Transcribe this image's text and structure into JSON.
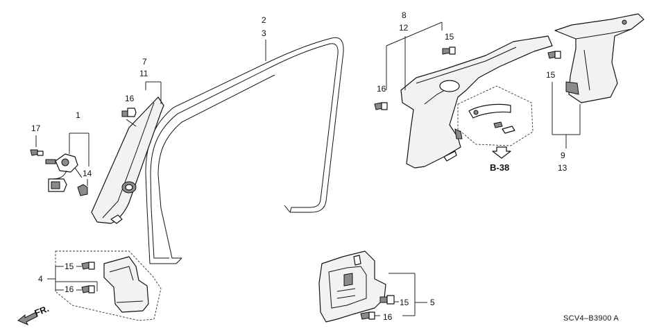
{
  "callouts": {
    "p1": "1",
    "p2": "2",
    "p3": "3",
    "p4": "4",
    "p5": "5",
    "p7": "7",
    "p8": "8",
    "p9": "9",
    "p11": "11",
    "p12": "12",
    "p13": "13",
    "p14": "14",
    "p15a": "15",
    "p15b": "15",
    "p15c": "15",
    "p15d": "15",
    "p16a": "16",
    "p16b": "16",
    "p16c": "16",
    "p16d": "16",
    "p17": "17"
  },
  "reference": "B-38",
  "direction": "FR.",
  "diagram_code": "SCV4–B3900 A"
}
